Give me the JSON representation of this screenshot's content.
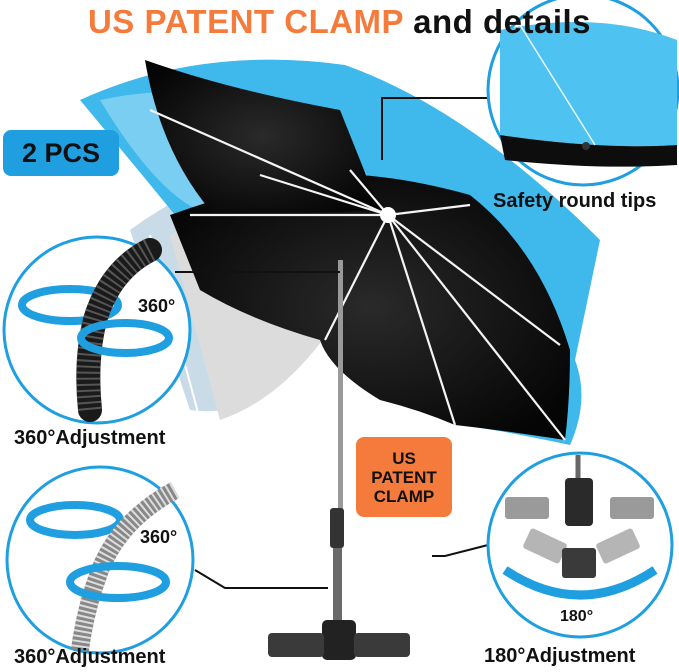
{
  "title": {
    "part1": "US PATENT CLAMP",
    "part2": "and details"
  },
  "badge": "2 PCS",
  "callouts": {
    "tips": "Safety round tips",
    "joint_adjust": "360°Adjustment",
    "joint_degree": "360°",
    "spring_adjust": "360°Adjustment",
    "spring_degree": "360°",
    "clamp_adjust": "180°Adjustment",
    "clamp_degree": "180°"
  },
  "patent_label": [
    "US",
    "PATENT",
    "CLAMP"
  ],
  "colors": {
    "canopy": "#3fb8ec",
    "accent": "#f47b3b",
    "badge": "#1f9fe0",
    "ring": "#1f9fe0"
  }
}
